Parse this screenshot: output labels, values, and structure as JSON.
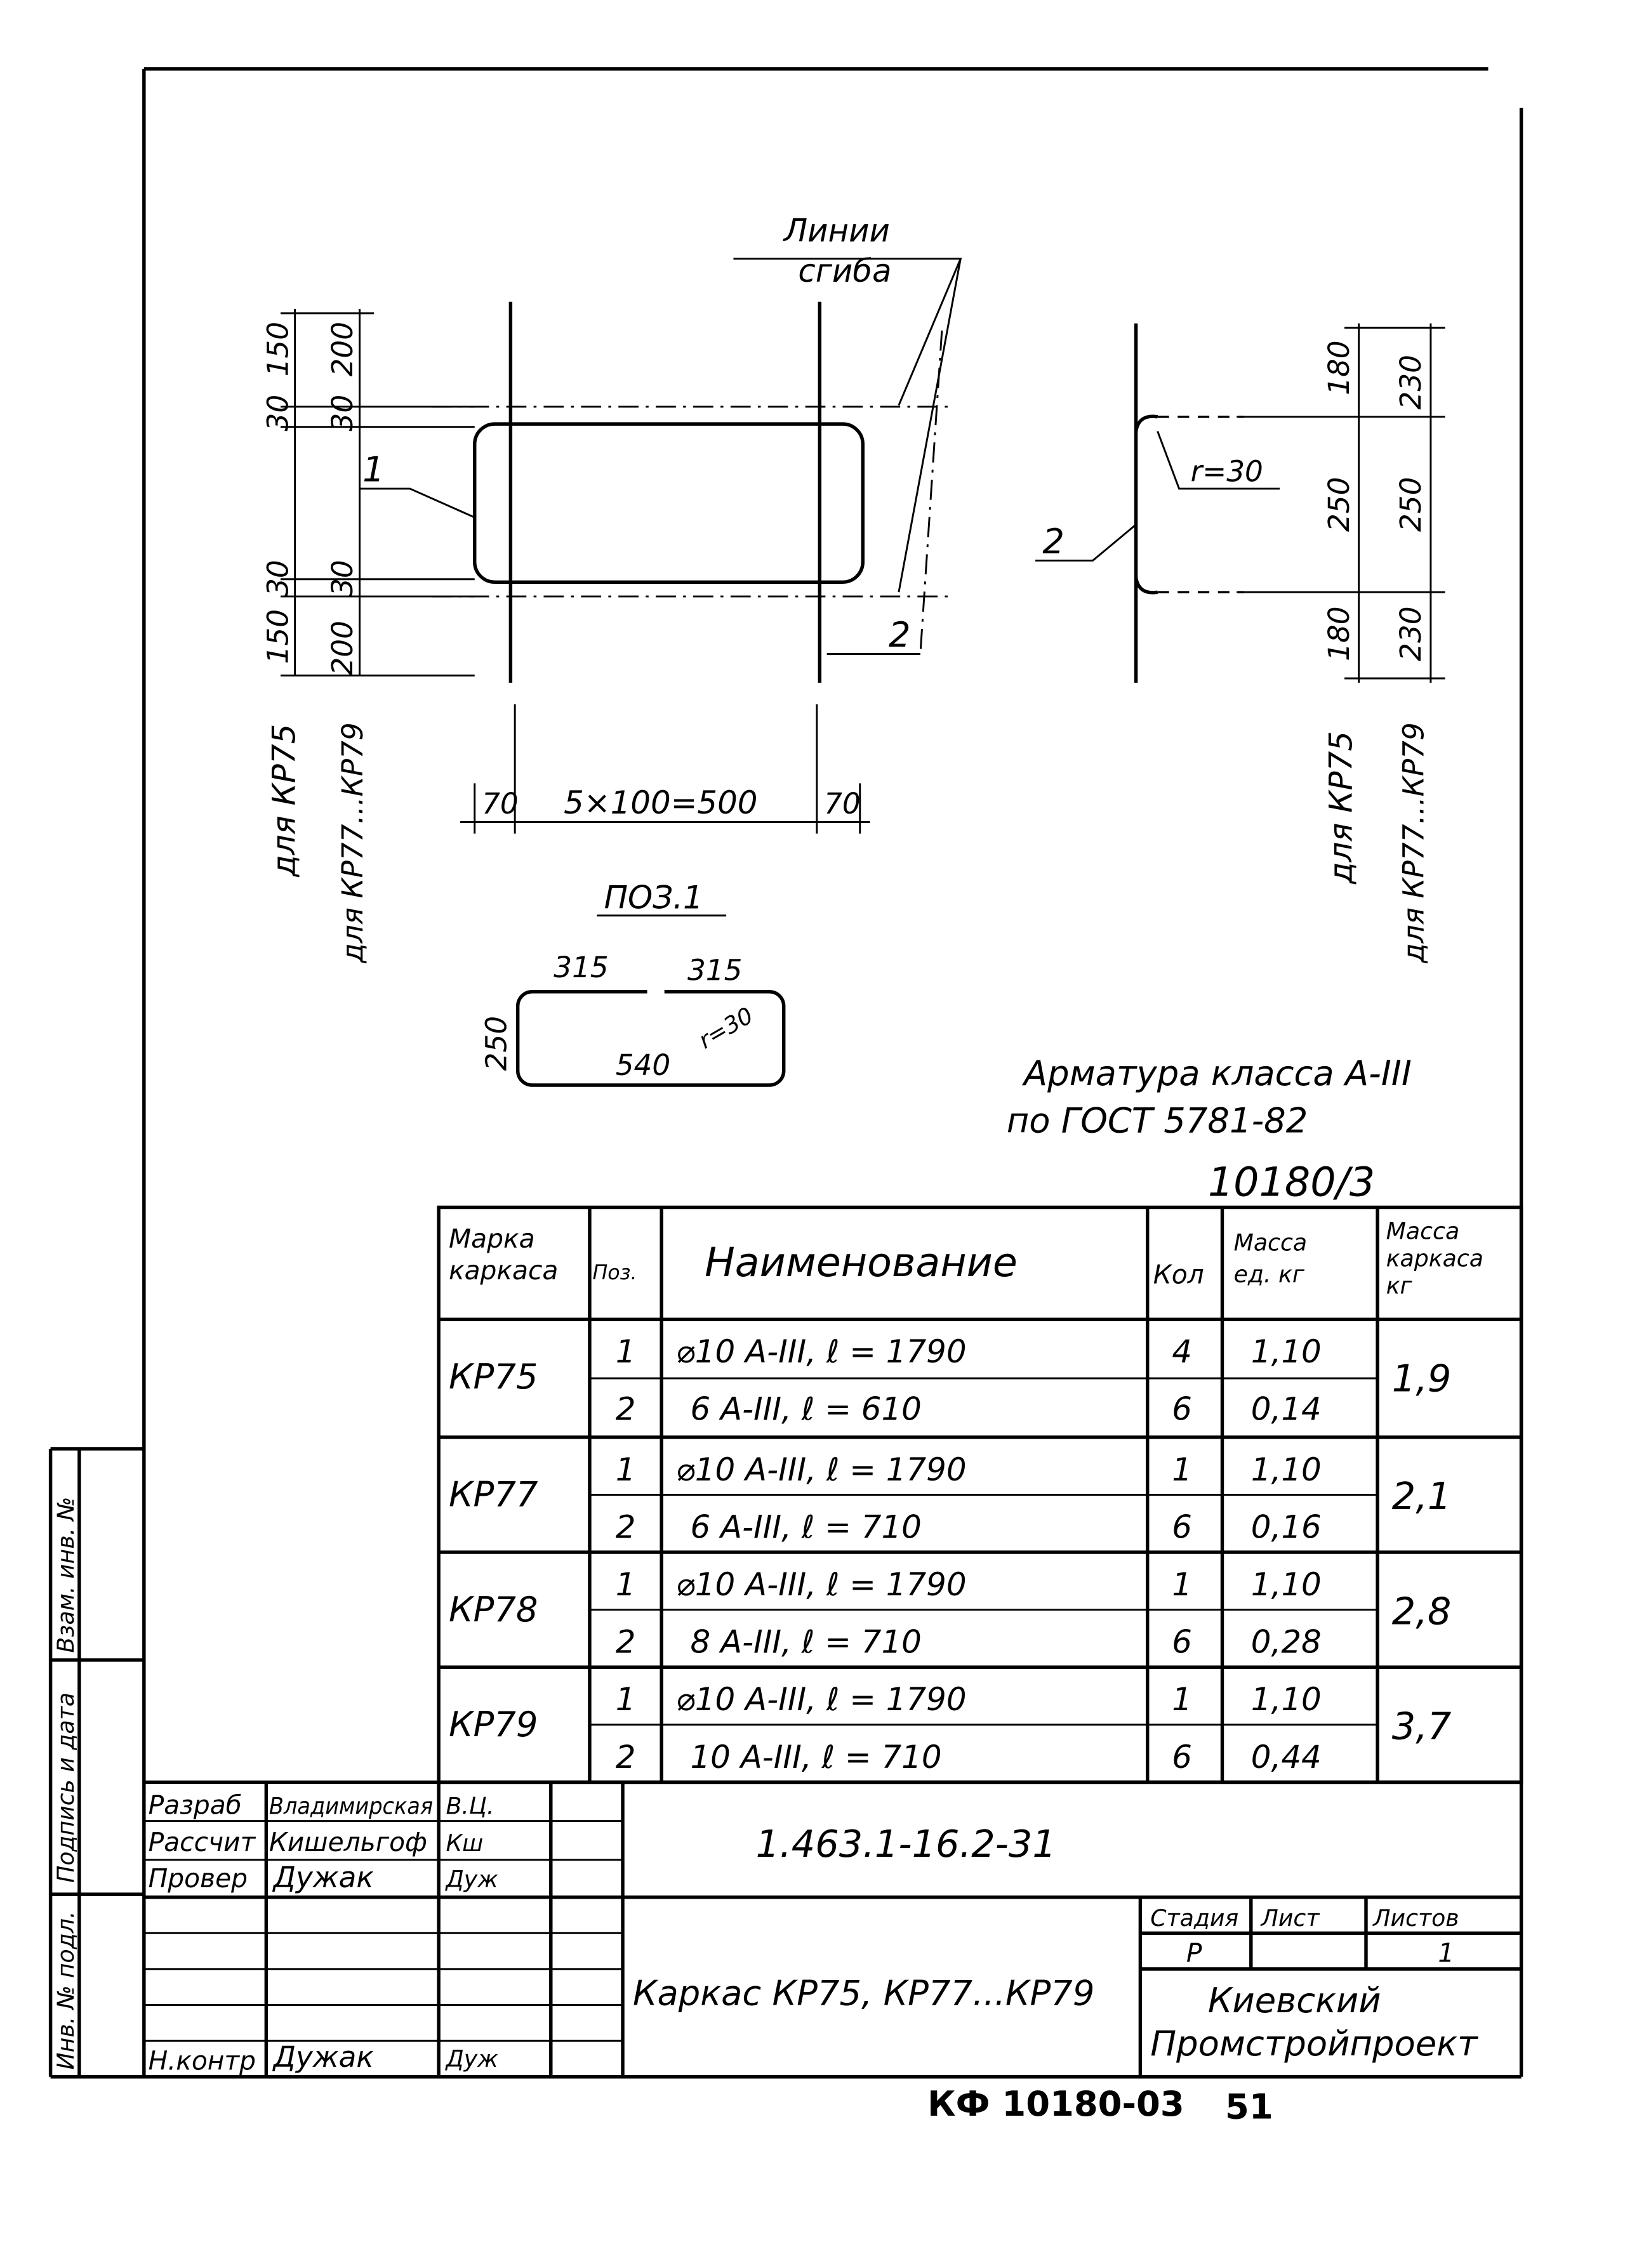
{
  "drawing": {
    "fold_lines_label": [
      "Линии",
      "сгиба"
    ],
    "pos1_view": {
      "callouts": [
        "1",
        "2"
      ],
      "dims_top": [
        "150",
        "200",
        "30",
        "30"
      ],
      "dims_bottom": [
        "30",
        "30",
        "150",
        "200"
      ],
      "dims_horizontal": [
        "70",
        "5×100=500",
        "70"
      ],
      "variant_labels": [
        "для КР75",
        "для КР77...КР79"
      ]
    },
    "pos2_view": {
      "callout": "2",
      "radius": "r=30",
      "dims_inner": [
        "180",
        "250",
        "180"
      ],
      "dims_outer": [
        "230",
        "250",
        "230"
      ],
      "variant_labels": [
        "для КР75",
        "для КР77...КР79"
      ]
    },
    "pos1_detail": {
      "title": "ПОЗ.1",
      "dims": [
        "315",
        "315",
        "540",
        "250",
        "r=30"
      ]
    },
    "note": [
      "Арматура класса А-III",
      "по ГОСТ 5781-82"
    ],
    "archive_number": "10180/3"
  },
  "spec_table": {
    "headers": [
      "Марка каркаса",
      "Поз.",
      "Наименование",
      "Кол",
      "Масса ед. кг",
      "Масса каркаса кг"
    ],
    "groups": [
      {
        "mark": "КР75",
        "total": "1,9",
        "rows": [
          {
            "pos": "1",
            "name": "⌀10 А-III, ℓ = 1790",
            "qty": "4",
            "mass": "1,10"
          },
          {
            "pos": "2",
            "name": "6 А-III, ℓ = 610",
            "qty": "6",
            "mass": "0,14"
          }
        ]
      },
      {
        "mark": "КР77",
        "total": "2,1",
        "rows": [
          {
            "pos": "1",
            "name": "⌀10 А-III, ℓ = 1790",
            "qty": "1",
            "mass": "1,10"
          },
          {
            "pos": "2",
            "name": "6 А-III, ℓ = 710",
            "qty": "6",
            "mass": "0,16"
          }
        ]
      },
      {
        "mark": "КР78",
        "total": "2,8",
        "rows": [
          {
            "pos": "1",
            "name": "⌀10 А-III, ℓ = 1790",
            "qty": "1",
            "mass": "1,10"
          },
          {
            "pos": "2",
            "name": "8 А-III, ℓ = 710",
            "qty": "6",
            "mass": "0,28"
          }
        ]
      },
      {
        "mark": "КР79",
        "total": "3,7",
        "rows": [
          {
            "pos": "1",
            "name": "⌀10 А-III, ℓ = 1790",
            "qty": "1",
            "mass": "1,10"
          },
          {
            "pos": "2",
            "name": "10 А-III, ℓ = 710",
            "qty": "6",
            "mass": "0,44"
          }
        ]
      }
    ]
  },
  "title_block": {
    "designation": "1.463.1-16.2-31",
    "roles": [
      {
        "role": "Разраб",
        "name": "Владимирская",
        "sign": "В.Ц."
      },
      {
        "role": "Рассчит",
        "name": "Кишельгоф",
        "sign": "Кш"
      },
      {
        "role": "Провер",
        "name": "Дужак",
        "sign": "Дуж"
      }
    ],
    "norm_control": {
      "role": "Н.контр",
      "name": "Дужак",
      "sign": "Дуж"
    },
    "drawing_name": "Каркас КР75, КР77...КР79",
    "stage_header": [
      "Стадия",
      "Лист",
      "Листов"
    ],
    "stage_values": [
      "Р",
      "",
      "1"
    ],
    "organization": [
      "Киевский",
      "Промстройпроект"
    ]
  },
  "side_stamp": [
    "Взам. инв. №",
    "Подпись и дата",
    "Инв. № подл."
  ],
  "footer": {
    "code": "КФ 10180-03",
    "page": "51"
  }
}
